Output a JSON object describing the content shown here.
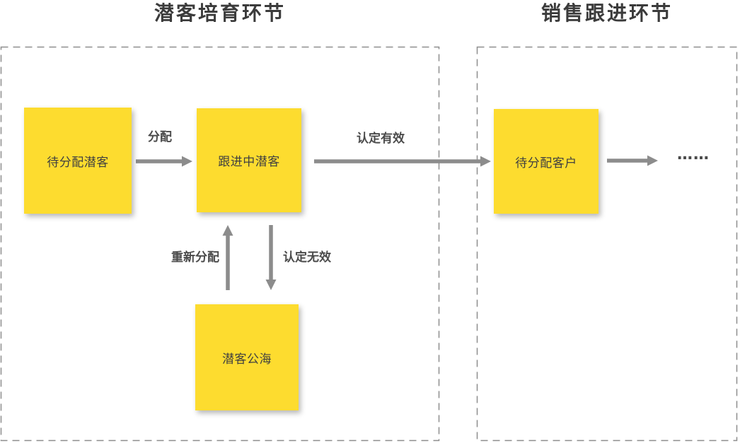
{
  "titles": {
    "left": "潜客培育环节",
    "right": "销售跟进环节"
  },
  "nodes": {
    "pending_leads": "待分配潜客",
    "following_leads": "跟进中潜客",
    "pending_customers": "待分配客户",
    "lead_pool": "潜客公海"
  },
  "edges": {
    "assign": "分配",
    "confirm_valid": "认定有效",
    "reassign": "重新分配",
    "confirm_invalid": "认定无效",
    "continuation": "……"
  },
  "colors": {
    "node_fill": "#FDDC2F",
    "arrow_gray": "#8C8C8C",
    "label_text": "#4A4A4A",
    "panel_border": "#8E8E8E",
    "title_text": "#3B3B3B"
  }
}
